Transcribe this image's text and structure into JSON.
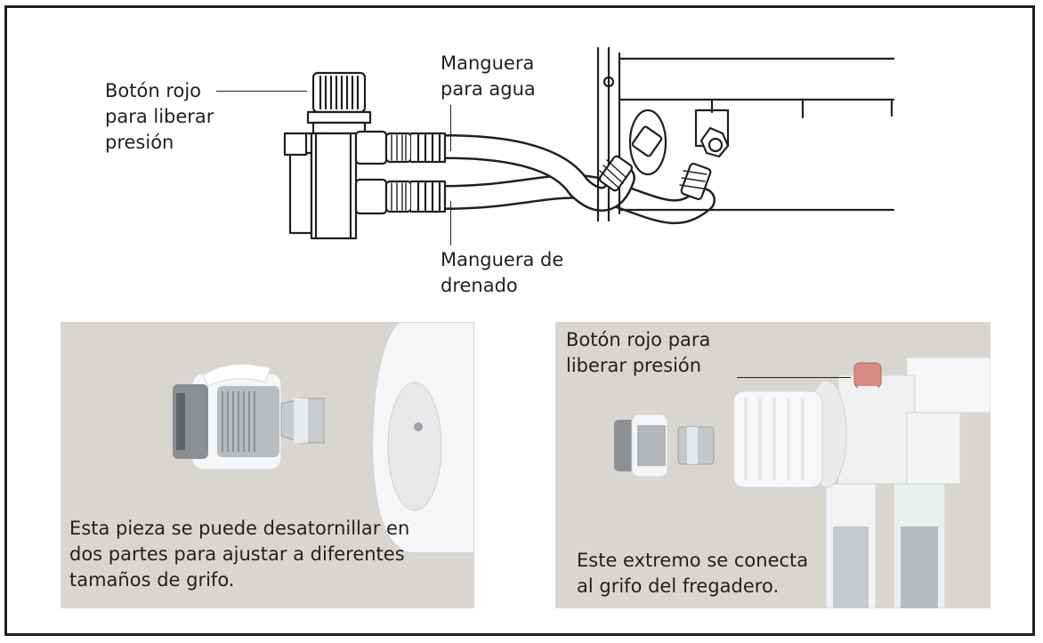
{
  "diagram": {
    "labels": {
      "pressure_button": [
        "Botón rojo",
        "para liberar",
        "presión"
      ],
      "water_hose": [
        "Manguera",
        "para agua"
      ],
      "drain_hose": [
        "Manguera de",
        "drenado"
      ]
    }
  },
  "photos": {
    "left": {
      "caption": [
        "Esta pieza se puede desatornillar en",
        "dos partes para ajustar a diferentes",
        "tamaños de grifo."
      ]
    },
    "right": {
      "button_label": [
        "Botón rojo para",
        "liberar presión"
      ],
      "caption": [
        "Este extremo se conecta",
        "al grifo del fregadero."
      ]
    }
  },
  "colors": {
    "ink": "#231f20",
    "photo_background": "#d9d6d1",
    "plastic_white": "#f4f6f7",
    "red_button": "#d98a80"
  }
}
